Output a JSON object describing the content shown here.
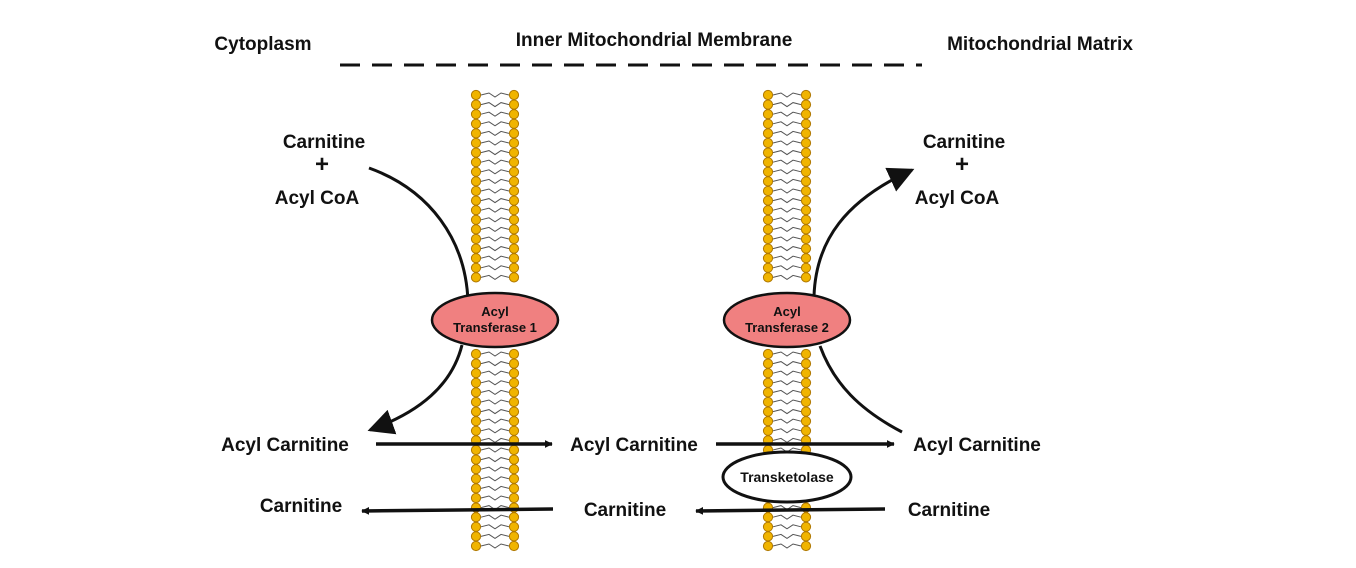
{
  "zones": {
    "left": "Cytoplasm",
    "center": "Inner Mitochondrial Membrane",
    "right": "Mitochondrial Matrix"
  },
  "left": {
    "carnitine": "Carnitine",
    "plus": "+",
    "acyl_coa": "Acyl CoA",
    "acyl_carnitine": "Acyl Carnitine",
    "carnitine_out": "Carnitine"
  },
  "middle": {
    "acyl_carnitine": "Acyl Carnitine",
    "carnitine": "Carnitine"
  },
  "right": {
    "carnitine": "Carnitine",
    "plus": "+",
    "acyl_coa": "Acyl CoA",
    "acyl_carnitine": "Acyl Carnitine",
    "carnitine_in": "Carnitine"
  },
  "enzymes": {
    "transferase1": {
      "line1": "Acyl",
      "line2": "Transferase 1"
    },
    "transferase2": {
      "line1": "Acyl",
      "line2": "Transferase 2"
    },
    "translocase": "Transketolase"
  },
  "colors": {
    "enzyme_fill": "#f08080",
    "lipid_head": "#f0b400",
    "lipid_head_edge": "#b07800",
    "ink": "#111111"
  }
}
